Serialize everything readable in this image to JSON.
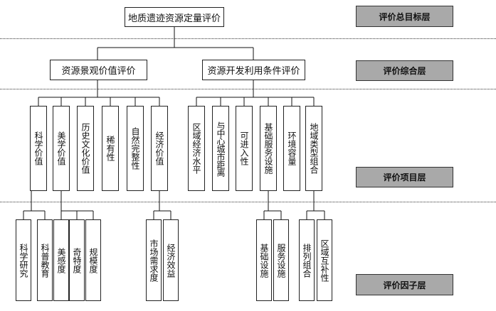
{
  "diagram": {
    "goal": "地质遗迹资源定量评价",
    "aggregates": [
      "资源景观价值评价",
      "资源开发利用条件评价"
    ],
    "items": [
      "科学价值",
      "美学价值",
      "历史文化价值",
      "稀有性",
      "自然完整性",
      "经济价值",
      "区域经济水平",
      "与中心城市距离",
      "可进入性",
      "基础服务设施",
      "环境容量",
      "地域类型组合"
    ],
    "factors": [
      "科学研究",
      "科普教育",
      "美感度",
      "奇特度",
      "规模度",
      "市场需求度",
      "经济效益",
      "基础设施",
      "服务设施",
      "排列组合",
      "区域互补性"
    ]
  },
  "layers": {
    "goal": "评价总目标层",
    "aggregate": "评价综合层",
    "item": "评价项目层",
    "factor": "评价因子层"
  },
  "colors": {
    "layer_label_fill": "#a9a9a9",
    "line": "#111111",
    "divider": "#333333"
  }
}
